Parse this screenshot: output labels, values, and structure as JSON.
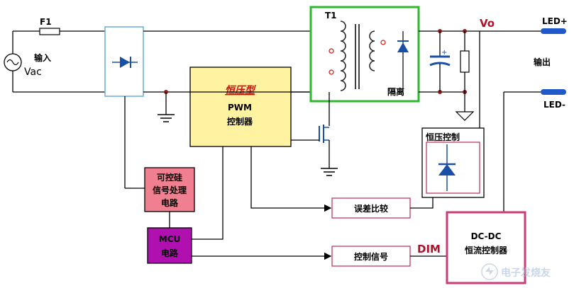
{
  "labels": {
    "fuse": "F1",
    "ac_source": "Vac",
    "input": "输入",
    "transformer": "T1",
    "isolation": "隔离",
    "vo": "Vo",
    "led_plus": "LED+",
    "led_minus": "LED-",
    "output": "输出",
    "dim": "DIM"
  },
  "blocks": {
    "pwm": {
      "title": "恒压型",
      "line1": "PWM",
      "line2": "控制器"
    },
    "scr": {
      "line1": "可控硅",
      "line2": "信号处理",
      "line3": "电路"
    },
    "mcu": {
      "line1": "MCU",
      "line2": "电路"
    },
    "cv_control": {
      "title": "恒压控制"
    },
    "error_amp": {
      "label": "误差比较"
    },
    "control_signal": {
      "label": "控制信号"
    },
    "dcdc": {
      "line1": "DC-DC",
      "line2": "恒流控制器"
    }
  },
  "watermark": {
    "text": "电子发烧友"
  },
  "colors": {
    "wire": "#000000",
    "transformer_border": "#2eb82e",
    "pwm_fill": "#fff2a0",
    "pwm_title": "#d01010",
    "scr_fill": "#f08090",
    "mcu_fill": "#b010b0",
    "dcdc_border": "#c83c78",
    "diode": "#1a4fa8",
    "junction": "#8b1a1a",
    "led_terminal": "#1f58c8",
    "rectifier_border": "#6aaed6"
  }
}
